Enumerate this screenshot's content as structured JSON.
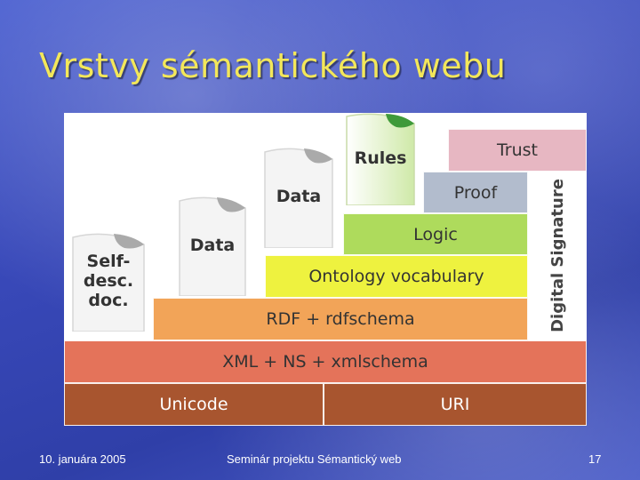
{
  "slide": {
    "title": "Vrstvy sémantického webu",
    "footer_date": "10. januára 2005",
    "footer_center": "Seminár projektu Sémantický web",
    "page_number": "17"
  },
  "diagram": {
    "layers": {
      "unicode": "Unicode",
      "uri": "URI",
      "xml": "XML + NS + xmlschema",
      "rdf": "RDF + rdfschema",
      "ontology": "Ontology vocabulary",
      "logic": "Logic",
      "proof": "Proof",
      "trust": "Trust",
      "digital_signature": "Digital Signature"
    },
    "documents": {
      "self_desc": "Self-desc. doc.",
      "data_1": "Data",
      "data_2": "Data",
      "rules": "Rules"
    },
    "colors": {
      "unicode_uri": "#a8552f",
      "xml": "#e4735a",
      "rdf": "#f2a458",
      "ontology": "#eef23f",
      "logic": "#aedb5c",
      "proof": "#b2bccd",
      "trust": "#e7b7c2",
      "title": "#f3e75a"
    }
  }
}
